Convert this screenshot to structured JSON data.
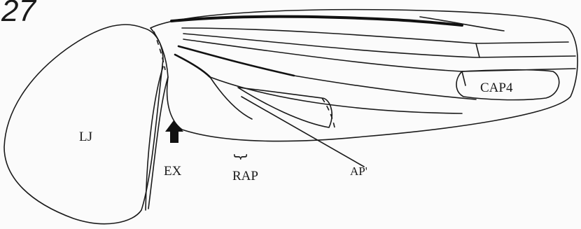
{
  "figure": {
    "number": "27",
    "labels": {
      "lj": "LJ",
      "ex": "EX",
      "rap": "RAP",
      "ap": "AP'",
      "cap4": "CAP4"
    },
    "colors": {
      "ink": "#1a1a1a",
      "background": "#fbfbfb"
    }
  }
}
